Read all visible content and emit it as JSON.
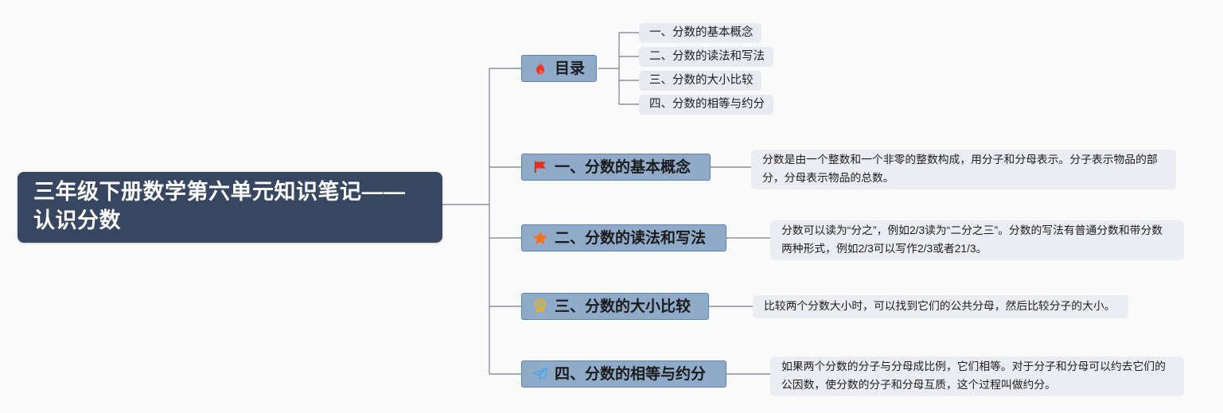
{
  "diagram": {
    "type": "mindmap",
    "direction": "left-to-right",
    "background_color": "#fafafa",
    "root": {
      "title": "三年级下册数学第六单元知识笔记——认识分数",
      "fill_color": "#374761",
      "text_color": "#ffffff"
    },
    "branch_style": {
      "fill_color": "#8fabc9",
      "border_color": "#5d82ab",
      "text_color": "#1b1b1b"
    },
    "toc_item_style": {
      "fill_color": "#e7eaf1"
    },
    "description_style": {
      "fill_color": "#ebedf3"
    },
    "connector_color": "#8b9099",
    "branches": [
      {
        "label": "目录",
        "icon": "fire-icon",
        "icon_color": "#e8352a",
        "children": [
          {
            "label": "一、分数的基本概念"
          },
          {
            "label": "二、分数的读法和写法"
          },
          {
            "label": "三、分数的大小比较"
          },
          {
            "label": "四、分数的相等与约分"
          }
        ]
      },
      {
        "label": "一、分数的基本概念",
        "icon": "red-flag-icon",
        "icon_color": "#ee2f1f",
        "description": "分数是由一个整数和一个非零的整数构成，用分子和分母表示。分子表示物品的部分，分母表示物品的总数。"
      },
      {
        "label": "二、分数的读法和写法",
        "icon": "orange-star-icon",
        "icon_color": "#f4711f",
        "description": "分数可以读为“分之”，例如2/3读为“二分之三”。分数的写法有普通分数和带分数两种形式，例如2/3可以写作2/3或者21/3。"
      },
      {
        "label": "三、分数的大小比较",
        "icon": "gold-medal-icon",
        "icon_color": "#e5b323",
        "description": "比较两个分数大小时，可以找到它们的公共分母，然后比较分子的大小。"
      },
      {
        "label": "四、分数的相等与约分",
        "icon": "paper-plane-icon",
        "icon_color": "#4da6e8",
        "description": "如果两个分数的分子与分母成比例，它们相等。对于分子和分母可以约去它们的公因数，使分数的分子和分母互质，这个过程叫做约分。"
      }
    ]
  }
}
